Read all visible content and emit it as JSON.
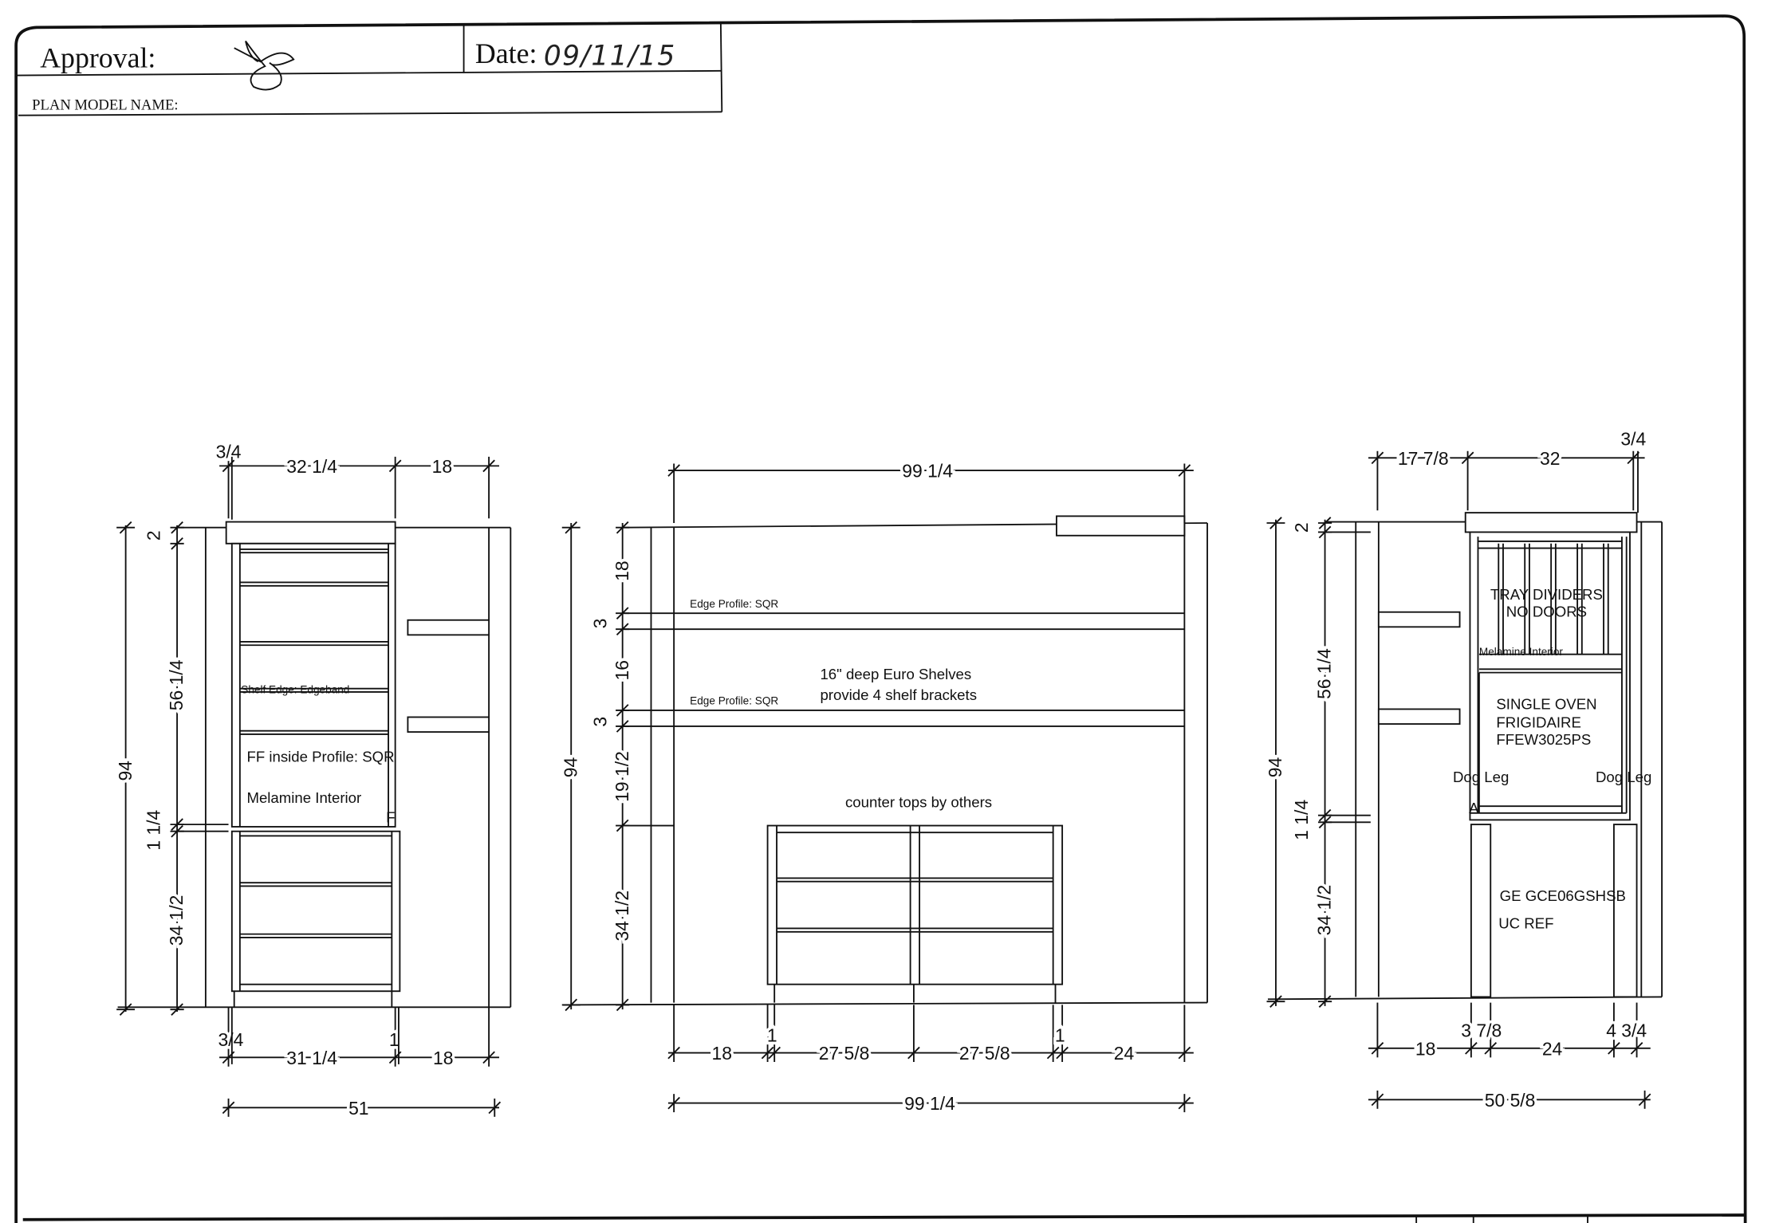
{
  "header": {
    "approval_label": "Approval:",
    "approval_signature": "B",
    "date_label": "Date:",
    "date_value": "09/11/15",
    "plan_model_label": "PLAN MODEL NAME:"
  },
  "left_elevation": {
    "dims": {
      "top_left_reveal": "3/4",
      "top_cabinet_width": "32 1/4",
      "top_right_depth": "18",
      "total_height": "94",
      "crown_height": "2",
      "upper_height": "56 1/4",
      "gap_height": "1 1/4",
      "lower_height": "34 1/2",
      "bottom_left_reveal": "3/4",
      "bottom_cabinet_width": "31 1/4",
      "bottom_gap": "1",
      "bottom_right_depth": "18",
      "overall_width": "51"
    },
    "notes": {
      "shelf_edge": "Shelf Edge: Edgeband",
      "ff_profile": "FF inside Profile: SQR",
      "interior": "Melamine Interior",
      "marker": "F"
    }
  },
  "center_elevation": {
    "dims": {
      "top_width": "99 1/4",
      "total_height": "94",
      "seg_top": "18",
      "shelf1_thk": "3",
      "seg_mid": "16",
      "shelf2_thk": "3",
      "seg_lower": "19 1/2",
      "base_height": "34 1/2",
      "bottom_left": "18",
      "bottom_gap_left": "1",
      "bottom_cab1": "27 5/8",
      "bottom_cab2": "27 5/8",
      "bottom_gap_right": "1",
      "bottom_right": "24",
      "overall_width": "99 1/4"
    },
    "notes": {
      "edge_profile_1": "Edge Profile: SQR",
      "edge_profile_2": "Edge Profile: SQR",
      "shelves_line1": "16\" deep Euro Shelves",
      "shelves_line2": "provide 4 shelf brackets",
      "countertops": "counter tops by others"
    }
  },
  "right_elevation": {
    "dims": {
      "top_left_depth": "17 7/8",
      "top_cabinet_width": "32",
      "top_right_reveal": "3/4",
      "total_height": "94",
      "crown_height": "2",
      "upper_height": "56 1/4",
      "gap_height": "1 1/4",
      "lower_height": "34 1/2",
      "bottom_left": "18",
      "bottom_filler_left": "3 7/8",
      "bottom_ref": "24",
      "bottom_filler_right": "4 3/4",
      "overall_width": "50 5/8"
    },
    "notes": {
      "tray_line1": "TRAY DIVIDERS",
      "tray_line2": "NO DOORS",
      "interior": "Melamine Interior",
      "oven_line1": "SINGLE OVEN",
      "oven_line2": "FRIGIDAIRE",
      "oven_line3": "FFEW3025PS",
      "dog_leg_left": "Dog Leg",
      "dog_leg_right": "Dog Leg",
      "marker": "A",
      "ref_model": "GE GCE06GSHSB",
      "ref_label": "UC REF"
    }
  }
}
